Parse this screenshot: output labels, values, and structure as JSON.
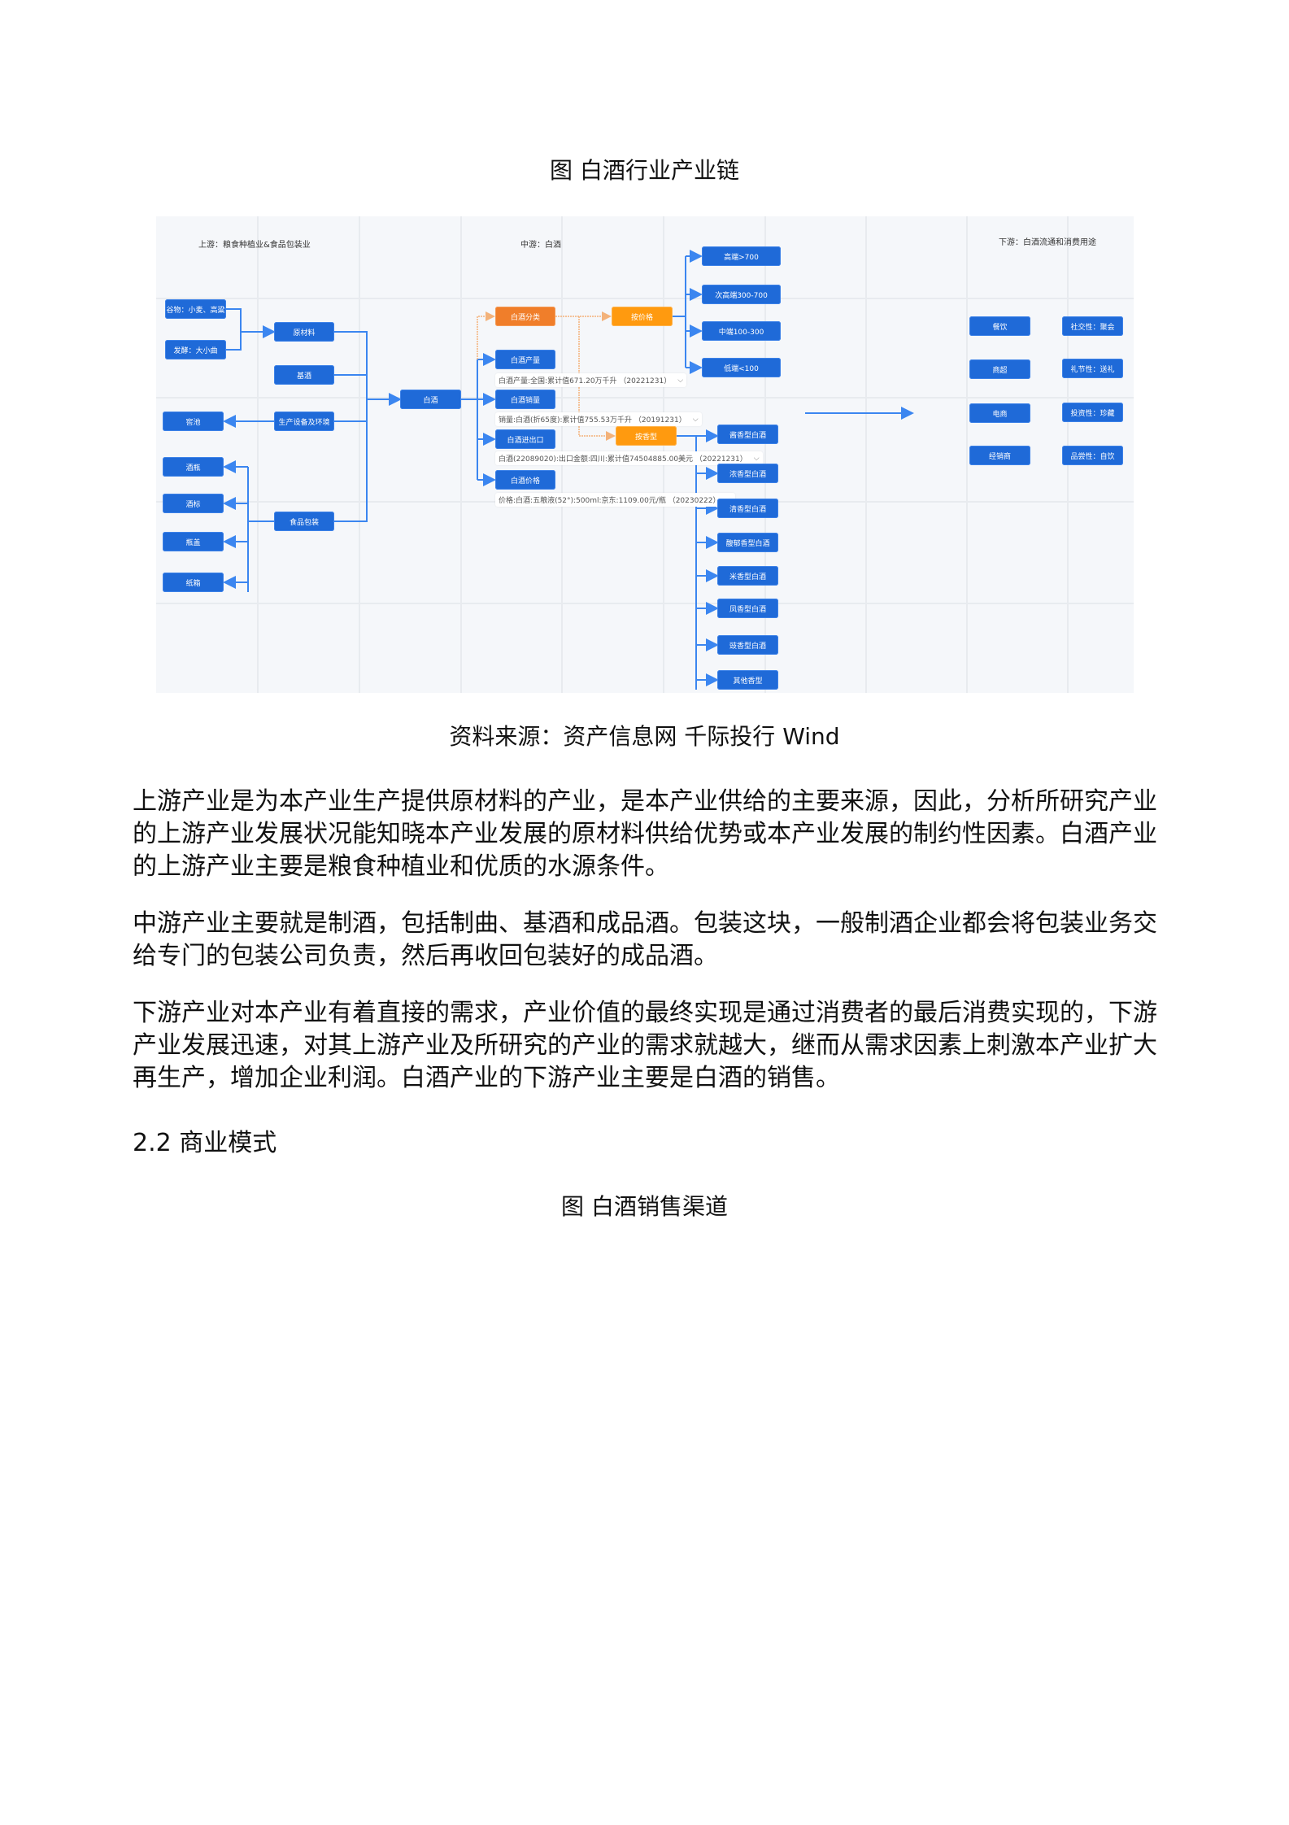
{
  "figure1": {
    "caption": "图 白酒行业产业链",
    "source": "资料来源：资产信息网 千际投行 Wind",
    "diagram": {
      "sections": {
        "upstream": "上游：粮食种植业&食品包装业",
        "midstream": "中游：白酒",
        "downstream": "下游：白酒流通和消费用途"
      },
      "upstream": {
        "grain": "谷物：小麦、高粱",
        "ferment": "发酵：大小曲",
        "raw_material": "原材料",
        "base_liquor": "基酒",
        "cellar": "窖池",
        "equipment": "生产设备及环境",
        "packaging": "食品包装",
        "bottle": "酒瓶",
        "label": "酒标",
        "cap": "瓶盖",
        "carton": "纸箱"
      },
      "midstream": {
        "baijiu": "白酒",
        "classification": "白酒分类",
        "output": "白酒产量",
        "output_info": "白酒产量:全国:累计值671.20万千升 （20221231）",
        "sales": "白酒销量",
        "sales_info": "销量:白酒(折65度):累计值755.53万千升 （20191231）",
        "trade": "白酒进出口",
        "trade_info": "白酒(22089020):出口金额:四川:累计值74504885.00美元 （20221231）",
        "price": "白酒价格",
        "price_info": "价格:白酒:五粮液(52°):500ml:京东:1109.00元/瓶 （20230222）",
        "by_price": "按价格",
        "by_aroma": "按香型",
        "price_tiers": [
          "高端>700",
          "次高端300-700",
          "中端100-300",
          "低端<100"
        ],
        "aroma_types": [
          "酱香型白酒",
          "浓香型白酒",
          "清香型白酒",
          "馥郁香型白酒",
          "米香型白酒",
          "凤香型白酒",
          "豉香型白酒",
          "其他香型"
        ]
      },
      "downstream": {
        "channels": [
          "餐饮",
          "商超",
          "电商",
          "经销商"
        ],
        "uses": [
          "社交性：聚会",
          "礼节性：送礼",
          "投资性：珍藏",
          "品尝性：自饮"
        ]
      },
      "colors": {
        "node_blue": "#1f6ad8",
        "node_orange": "#f07e2a",
        "node_amber": "#ff9a0f",
        "line_blue": "#3b86f0",
        "line_orange": "#f3b27a",
        "background": "#f5f7fa"
      }
    }
  },
  "paragraphs": [
    "上游产业是为本产业生产提供原材料的产业，是本产业供给的主要来源，因此，分析所研究产业的上游产业发展状况能知晓本产业发展的原材料供给优势或本产业发展的制约性因素。白酒产业的上游产业主要是粮食种植业和优质的水源条件。",
    "中游产业主要就是制酒，包括制曲、基酒和成品酒。包装这块，一般制酒企业都会将包装业务交给专门的包装公司负责，然后再收回包装好的成品酒。",
    "下游产业对本产业有着直接的需求，产业价值的最终实现是通过消费者的最后消费实现的，下游产业发展迅速，对其上游产业及所研究的产业的需求就越大，继而从需求因素上刺激本产业扩大再生产，增加企业利润。白酒产业的下游产业主要是白酒的销售。"
  ],
  "section_heading": "2.2 商业模式",
  "figure2": {
    "caption": "图 白酒销售渠道"
  }
}
